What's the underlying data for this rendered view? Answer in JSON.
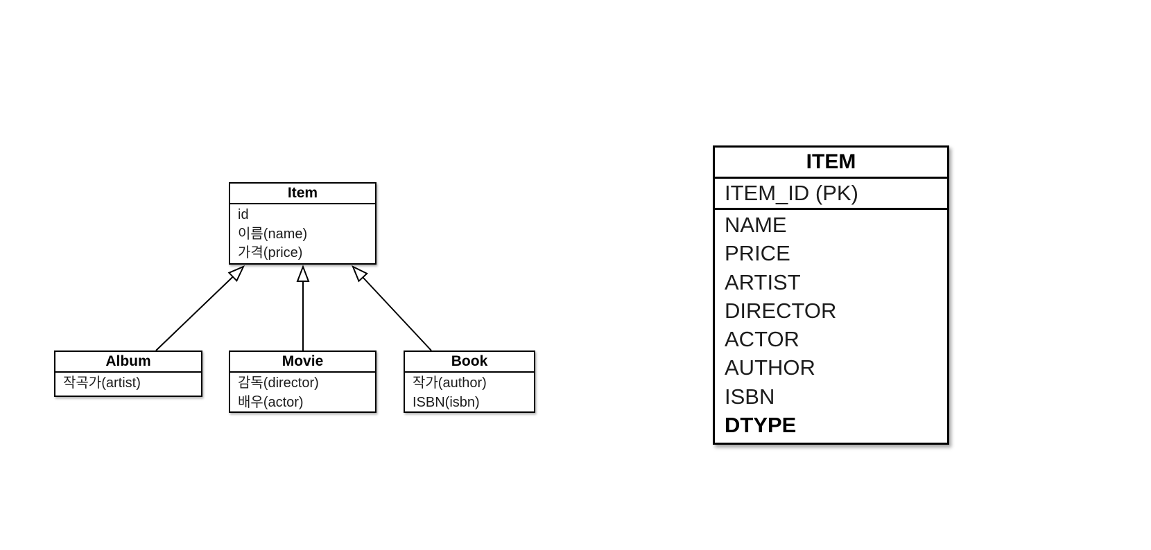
{
  "uml": {
    "item": {
      "name": "Item",
      "fields": [
        "id",
        "이름(name)",
        "가격(price)"
      ]
    },
    "album": {
      "name": "Album",
      "fields": [
        "작곡가(artist)"
      ]
    },
    "movie": {
      "name": "Movie",
      "fields": [
        "감독(director)",
        "배우(actor)"
      ]
    },
    "book": {
      "name": "Book",
      "fields": [
        "작가(author)",
        "ISBN(isbn)"
      ]
    }
  },
  "relations": [
    {
      "from": "Album",
      "to": "Item",
      "type": "generalization"
    },
    {
      "from": "Movie",
      "to": "Item",
      "type": "generalization"
    },
    {
      "from": "Book",
      "to": "Item",
      "type": "generalization"
    }
  ],
  "table": {
    "name": "ITEM",
    "primary_key": "ITEM_ID (PK)",
    "columns": [
      "NAME",
      "PRICE",
      "ARTIST",
      "DIRECTOR",
      "ACTOR",
      "AUTHOR",
      "ISBN",
      "DTYPE"
    ]
  },
  "colors": {
    "ink": "#000000",
    "background": "#ffffff"
  }
}
